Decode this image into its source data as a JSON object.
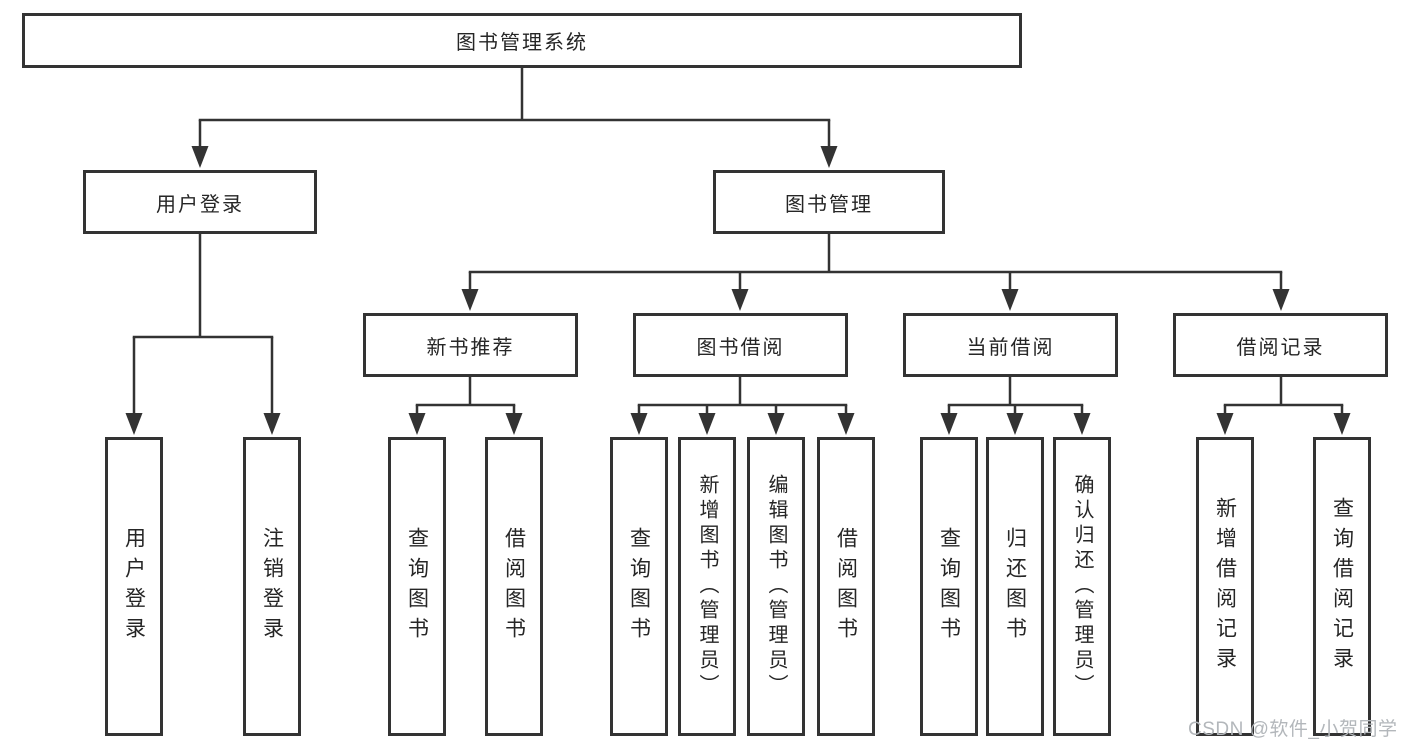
{
  "diagram": {
    "root": {
      "label": "图书管理系统"
    },
    "level2": [
      {
        "label": "用户登录"
      },
      {
        "label": "图书管理"
      }
    ],
    "level3": [
      {
        "label": "新书推荐"
      },
      {
        "label": "图书借阅"
      },
      {
        "label": "当前借阅"
      },
      {
        "label": "借阅记录"
      }
    ],
    "leaves": {
      "login": [
        {
          "label": "用户登录"
        },
        {
          "label": "注销登录"
        }
      ],
      "new_books": [
        {
          "label": "查询图书"
        },
        {
          "label": "借阅图书"
        }
      ],
      "book_borrow": [
        {
          "label": "查询图书"
        },
        {
          "label": "新增图书（管理员）"
        },
        {
          "label": "编辑图书（管理员）"
        },
        {
          "label": "借阅图书"
        }
      ],
      "current_borrow": [
        {
          "label": "查询图书"
        },
        {
          "label": "归还图书"
        },
        {
          "label": "确认归还（管理员）"
        }
      ],
      "borrow_records": [
        {
          "label": "新增借阅记录"
        },
        {
          "label": "查询借阅记录"
        }
      ]
    }
  },
  "watermark": {
    "text": "CSDN @软件_小贺同学"
  },
  "colors": {
    "line": "#333333",
    "box_border": "#333333",
    "box_fill": "#ffffff",
    "text": "#262626",
    "watermark": "#b3b7bb",
    "background": "#ffffff"
  }
}
